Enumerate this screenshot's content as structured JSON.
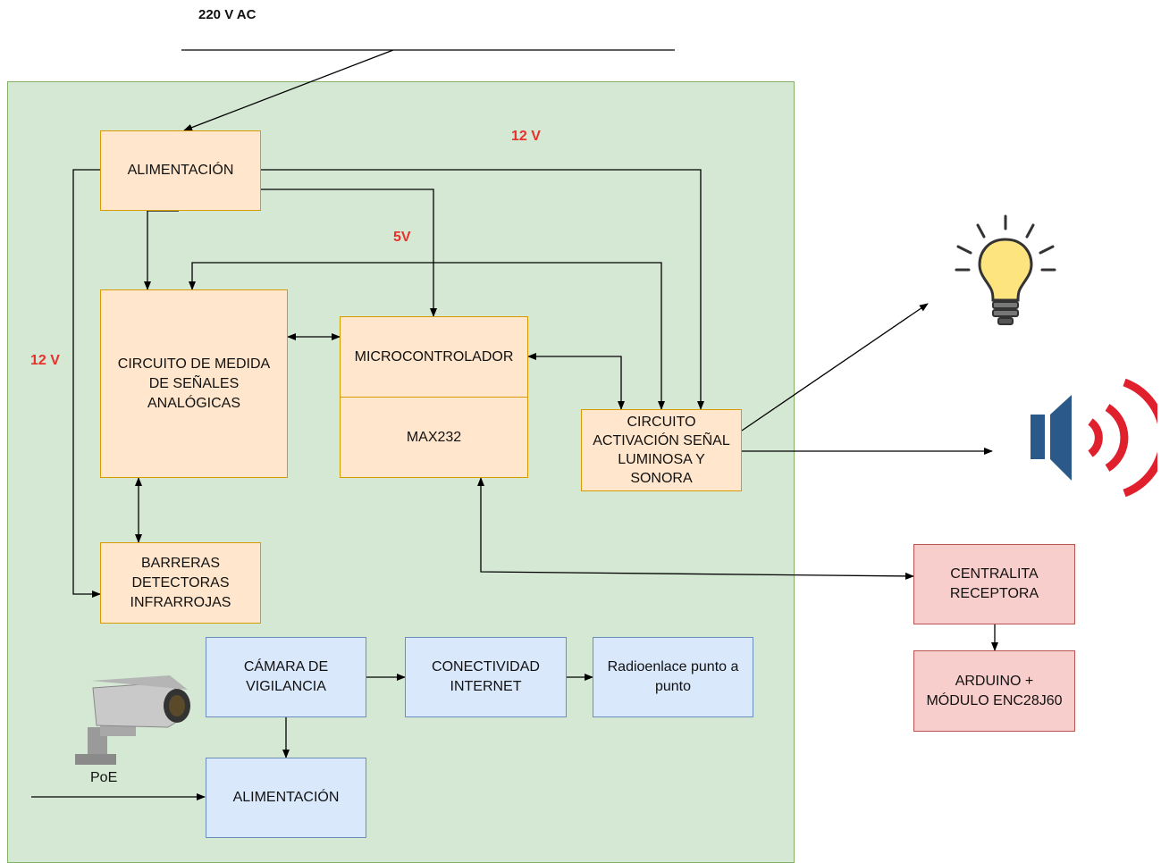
{
  "supply": {
    "mains_label": "220 V AC"
  },
  "voltage_labels": {
    "v12_top": "12 V",
    "v5": "5V",
    "v12_left": "12 V"
  },
  "blocks": {
    "alimentacion": "ALIMENTACIÓN",
    "circuito_medida": "CIRCUITO DE MEDIDA\nDE SEÑALES\nANALÓGICAS",
    "microcontrolador": "MICROCONTROLADOR",
    "max232": "MAX232",
    "circuito_activacion": "CIRCUITO\nACTIVACIÓN SEÑAL\nLUMINOSA Y\nSONORA",
    "barreras": "BARRERAS\nDETECTORAS\nINFRARROJAS",
    "camara": "CÁMARA DE\nVIGILANCIA",
    "conectividad": "CONECTIVIDAD\nINTERNET",
    "radioenlace": "Radioenlace punto a\npunto",
    "alimentacion_camara": "ALIMENTACIÓN",
    "centralita": "CENTRALITA\nRECEPTORA",
    "arduino": "ARDUINO +\nMÓDULO ENC28J60"
  },
  "poe_label": "PoE",
  "icons": [
    "light-bulb-icon",
    "speaker-icon",
    "security-camera-icon"
  ],
  "colors": {
    "group_fill": "#d5e8d4",
    "group_stroke": "#82b366",
    "orange_fill": "#ffe6cc",
    "orange_stroke": "#d79b00",
    "blue_fill": "#dae8fc",
    "blue_stroke": "#6c8ebf",
    "red_fill": "#f8cecc",
    "red_stroke": "#b85450",
    "voltage_text": "#e8312b",
    "wire": "#000000"
  }
}
